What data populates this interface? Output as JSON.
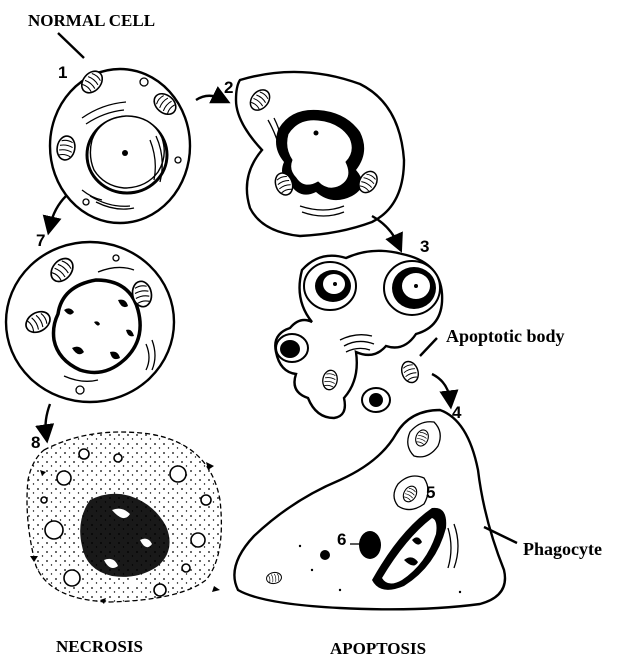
{
  "labels": {
    "normal_cell": "NORMAL CELL",
    "apoptotic_body": "Apoptotic body",
    "phagocyte": "Phagocyte",
    "necrosis": "NECROSIS",
    "apoptosis": "APOPTOSIS"
  },
  "step_numbers": {
    "s1": "1",
    "s2": "2",
    "s3": "3",
    "s4": "4",
    "s5": "5",
    "s6": "6",
    "s7": "7",
    "s8": "8"
  }
}
